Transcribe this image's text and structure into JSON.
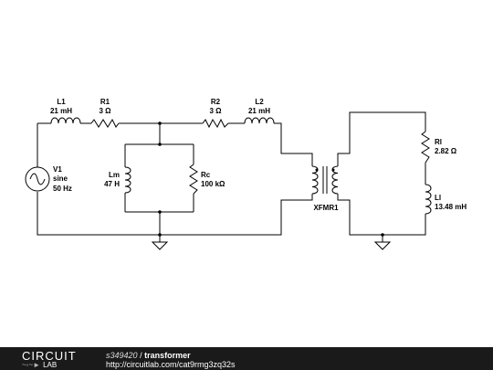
{
  "components": {
    "V1": {
      "ref": "V1",
      "type": "sine",
      "value": "50 Hz"
    },
    "L1": {
      "ref": "L1",
      "value": "21 mH"
    },
    "R1": {
      "ref": "R1",
      "value": "3 Ω"
    },
    "R2": {
      "ref": "R2",
      "value": "3 Ω"
    },
    "L2": {
      "ref": "L2",
      "value": "21 mH"
    },
    "Lm": {
      "ref": "Lm",
      "value": "47 H"
    },
    "Rc": {
      "ref": "Rc",
      "value": "100 kΩ"
    },
    "Rl": {
      "ref": "Rl",
      "value": "2.82 Ω"
    },
    "Ll": {
      "ref": "Ll",
      "value": "13.48 mH"
    },
    "XFMR1": {
      "ref": "XFMR1"
    }
  },
  "footer": {
    "logo_top": "CIRCUIT",
    "logo_bottom": "LAB",
    "user": "s349420",
    "separator": "/",
    "title": "transformer",
    "url": "http://circuitlab.com/cat9rmg3zq32s"
  }
}
